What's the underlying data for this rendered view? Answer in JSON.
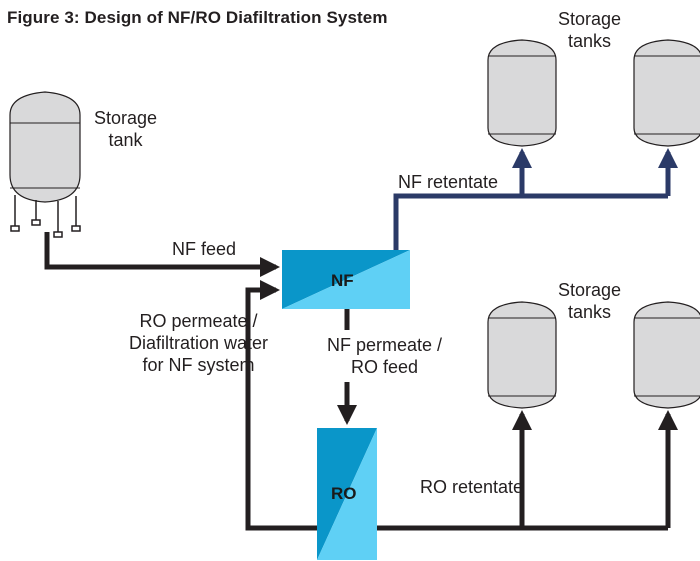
{
  "figure": {
    "title": "Figure 3: Design of NF/RO Diafiltration System"
  },
  "labels": {
    "storage_tank_line1": "Storage",
    "storage_tank_line2": "tank",
    "storage_tanks_top_line1": "Storage",
    "storage_tanks_top_line2": "tanks",
    "storage_tanks_bottom_line1": "Storage",
    "storage_tanks_bottom_line2": "tanks",
    "nf_feed": "NF feed",
    "nf_retentate": "NF retentate",
    "nf_unit": "NF",
    "ro_unit": "RO",
    "nf_permeate_line1": "NF permeate /",
    "nf_permeate_line2": "RO feed",
    "ro_permeate_line1": "RO permeate /",
    "ro_permeate_line2": "Diafiltration water",
    "ro_permeate_line3": "for NF system",
    "ro_retentate": "RO retentate"
  },
  "colors": {
    "pipe_dark": "#231f20",
    "pipe_navy": "#2b3a67",
    "membrane_dark": "#0a96c9",
    "membrane_light": "#5fd0f5",
    "tank_fill": "#d9d9da",
    "tank_stroke": "#231f20"
  }
}
